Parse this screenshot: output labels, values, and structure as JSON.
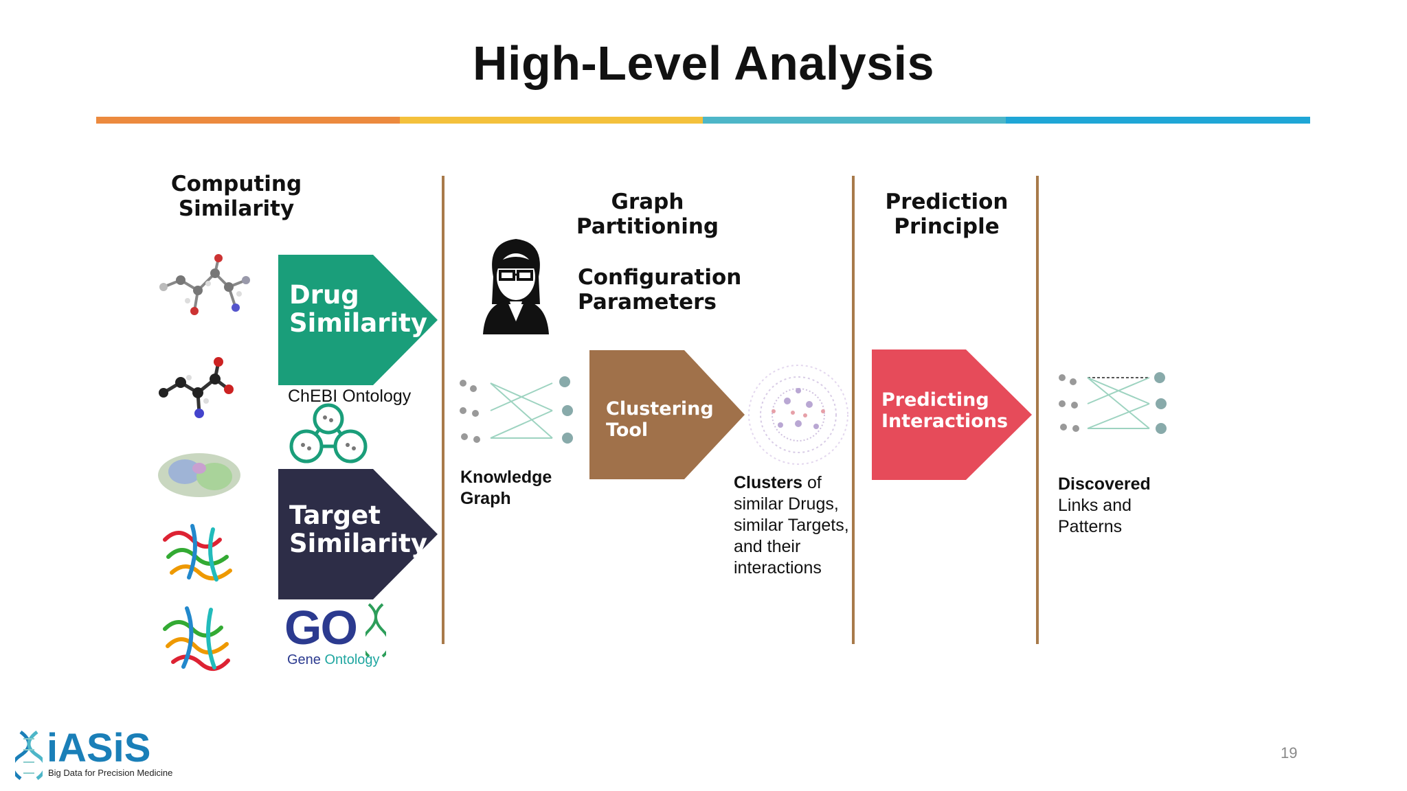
{
  "slide": {
    "title": "High-Level Analysis",
    "page_number": "19"
  },
  "stripe_colors": [
    "#ec8a3e",
    "#f4c13c",
    "#4db6c8",
    "#1fa6d6"
  ],
  "columns": {
    "computing_similarity": {
      "line1": "Computing",
      "line2": "Similarity"
    },
    "graph_partitioning": {
      "line1": "Graph",
      "line2": "Partitioning"
    },
    "configuration_parameters": {
      "line1": "Configuration",
      "line2": "Parameters"
    },
    "prediction_principle": {
      "line1": "Prediction",
      "line2": "Principle"
    }
  },
  "chevrons": {
    "drug_similarity": {
      "line1": "Drug",
      "line2": "Similarity",
      "color": "#1a9e7a"
    },
    "target_similarity": {
      "line1": "Target",
      "line2": "Similarity",
      "color": "#2d2d47"
    },
    "clustering_tool": {
      "line1": "Clustering",
      "line2": "Tool",
      "color": "#a0714a"
    },
    "predicting_interactions": {
      "line1": "Predicting",
      "line2": "Interactions",
      "color": "#e64b5a"
    }
  },
  "labels": {
    "chebi": "ChEBI Ontology",
    "gene_ontology_word1": "Gene",
    "gene_ontology_word2": "Ontology",
    "go_logo": "GO",
    "knowledge_graph_line1": "Knowledge",
    "knowledge_graph_line2": "Graph",
    "clusters_bold": "Clusters",
    "clusters_rest1": " of",
    "clusters_line2": "similar Drugs,",
    "clusters_line3": "similar Targets,",
    "clusters_line4": "and their",
    "clusters_line5": "interactions",
    "discovered_bold": "Discovered",
    "discovered_line2": "Links and",
    "discovered_line3": "Patterns"
  },
  "logo": {
    "name": "iASiS",
    "tagline": "Big Data for Precision Medicine"
  },
  "icons": [
    "drug-molecule-icon",
    "protein-structure-icon",
    "researcher-icon",
    "graph-icon",
    "cluster-icon",
    "dna-icon"
  ]
}
